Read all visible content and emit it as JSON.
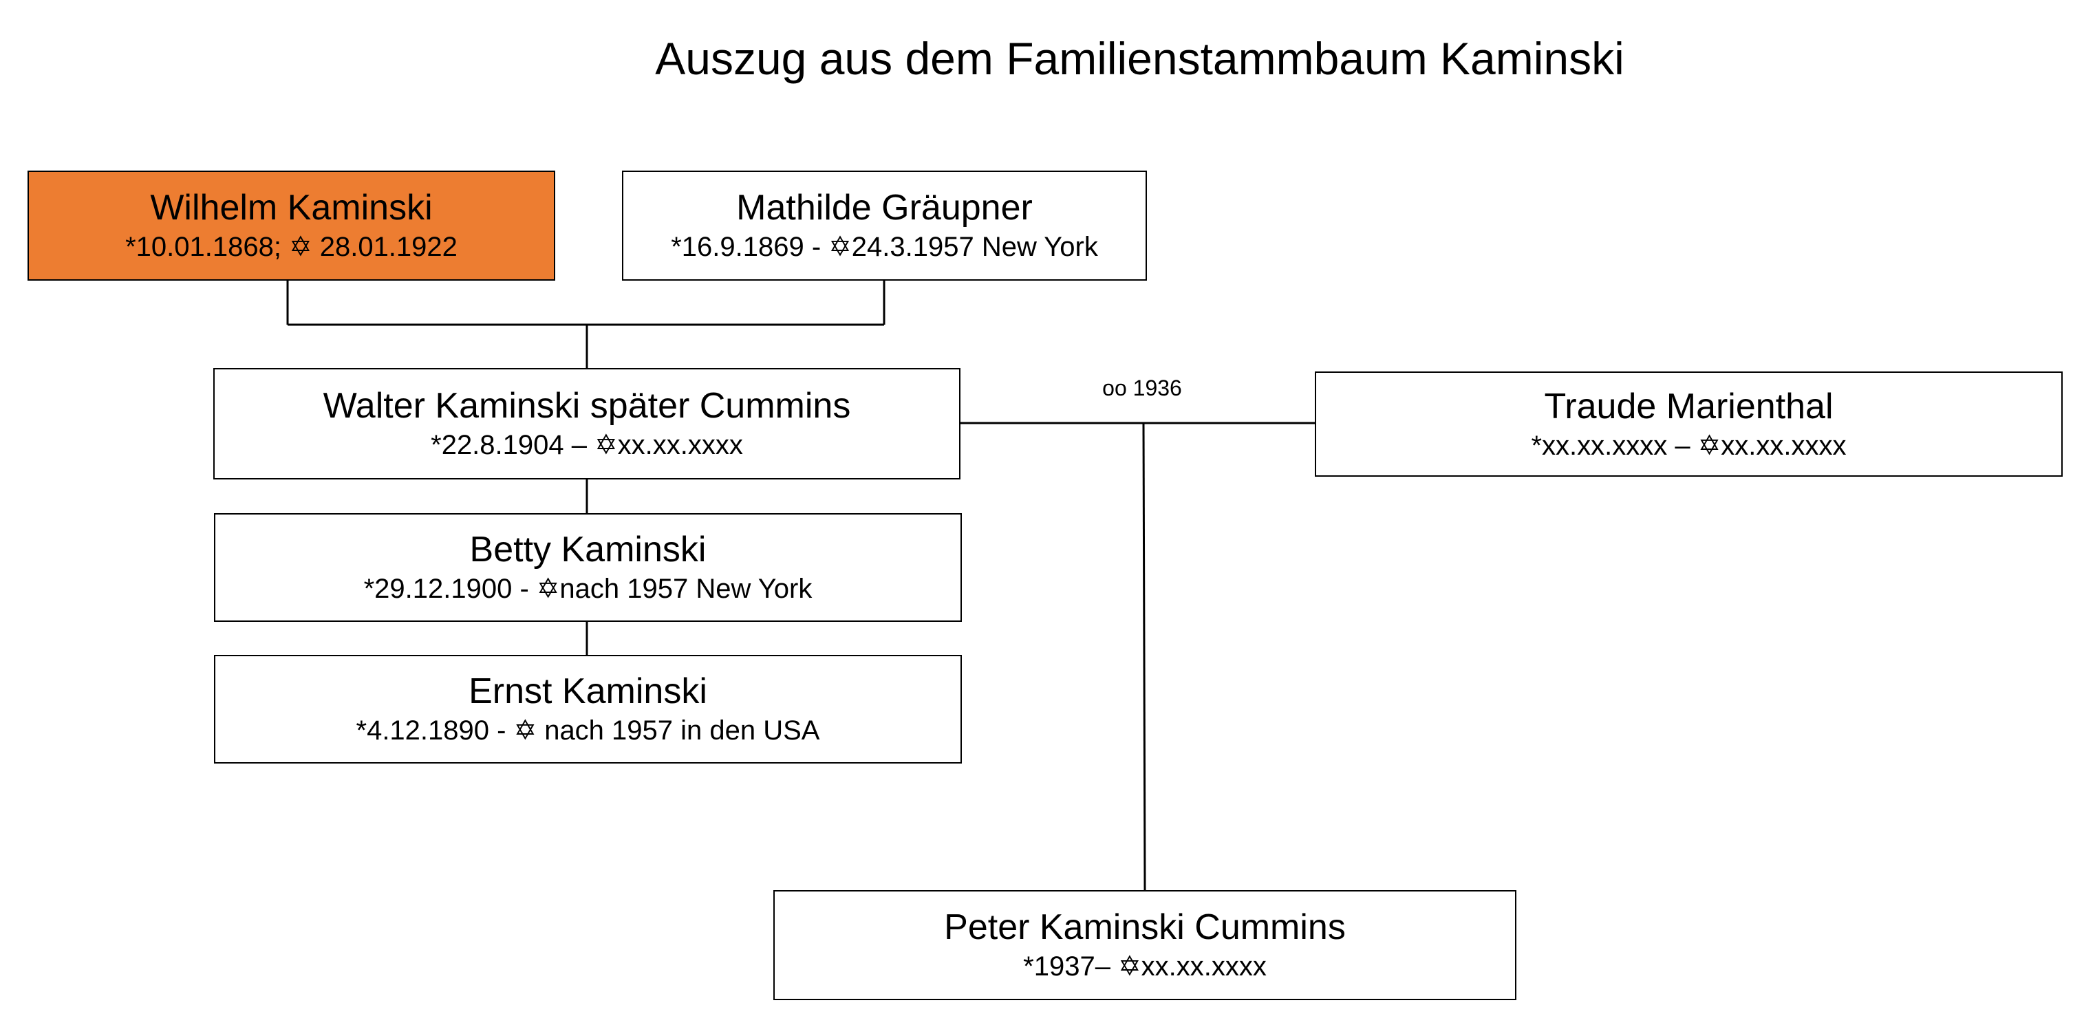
{
  "title": "Auszug aus dem Familienstammbaum Kaminski",
  "accent_color": "#ed7d31",
  "persons": [
    {
      "id": "wilhelm",
      "name": "Wilhelm Kaminski",
      "dates": "*10.01.1868; ✡ 28.01.1922",
      "highlighted": true
    },
    {
      "id": "mathilde",
      "name": "Mathilde Gräupner",
      "dates": "*16.9.1869 - ✡24.3.1957 New York",
      "highlighted": false
    },
    {
      "id": "walter",
      "name": "Walter Kaminski später Cummins",
      "dates": "*22.8.1904 – ✡xx.xx.xxxx",
      "highlighted": false
    },
    {
      "id": "betty",
      "name": "Betty Kaminski",
      "dates": "*29.12.1900 - ✡nach 1957 New York",
      "highlighted": false
    },
    {
      "id": "ernst",
      "name": "Ernst Kaminski",
      "dates": "*4.12.1890 - ✡ nach 1957 in den USA",
      "highlighted": false
    },
    {
      "id": "traude",
      "name": "Traude Marienthal",
      "dates": "*xx.xx.xxxx – ✡xx.xx.xxxx",
      "highlighted": false
    },
    {
      "id": "peter",
      "name": "Peter Kaminski Cummins",
      "dates": "*1937– ✡xx.xx.xxxx",
      "highlighted": false
    }
  ],
  "marriage": {
    "label": "oo 1936"
  }
}
